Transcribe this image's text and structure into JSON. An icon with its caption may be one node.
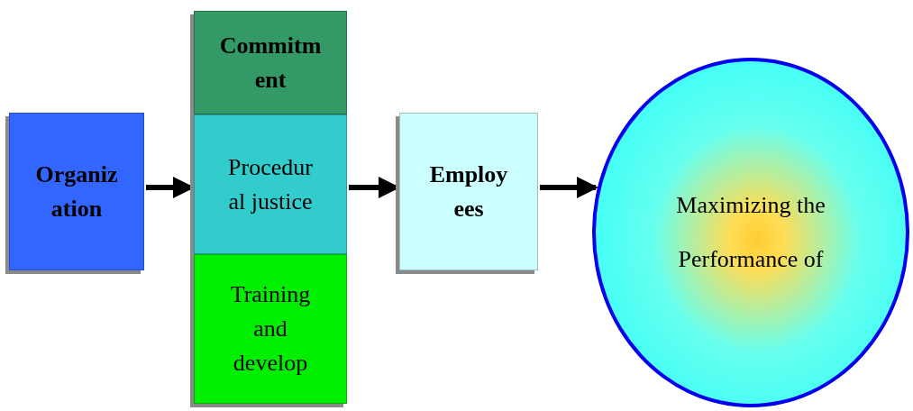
{
  "diagram": {
    "nodes": [
      {
        "text": [
          "Organiz ation"
        ]
      },
      {
        "text": [
          "Commitm ent"
        ]
      },
      {
        "text": [
          "Procedur al justice"
        ]
      },
      {
        "text": [
          "Training and develop"
        ]
      },
      {
        "text": [
          "Employ ees"
        ]
      },
      {
        "text": [
          "Maximizing the",
          "Performance of"
        ]
      }
    ],
    "edges": [
      {
        "from": 0,
        "to": 2,
        "arrow": "to"
      },
      {
        "from": 2,
        "to": 4,
        "arrow": "to"
      },
      {
        "from": 4,
        "to": 5,
        "arrow": "to"
      }
    ]
  }
}
